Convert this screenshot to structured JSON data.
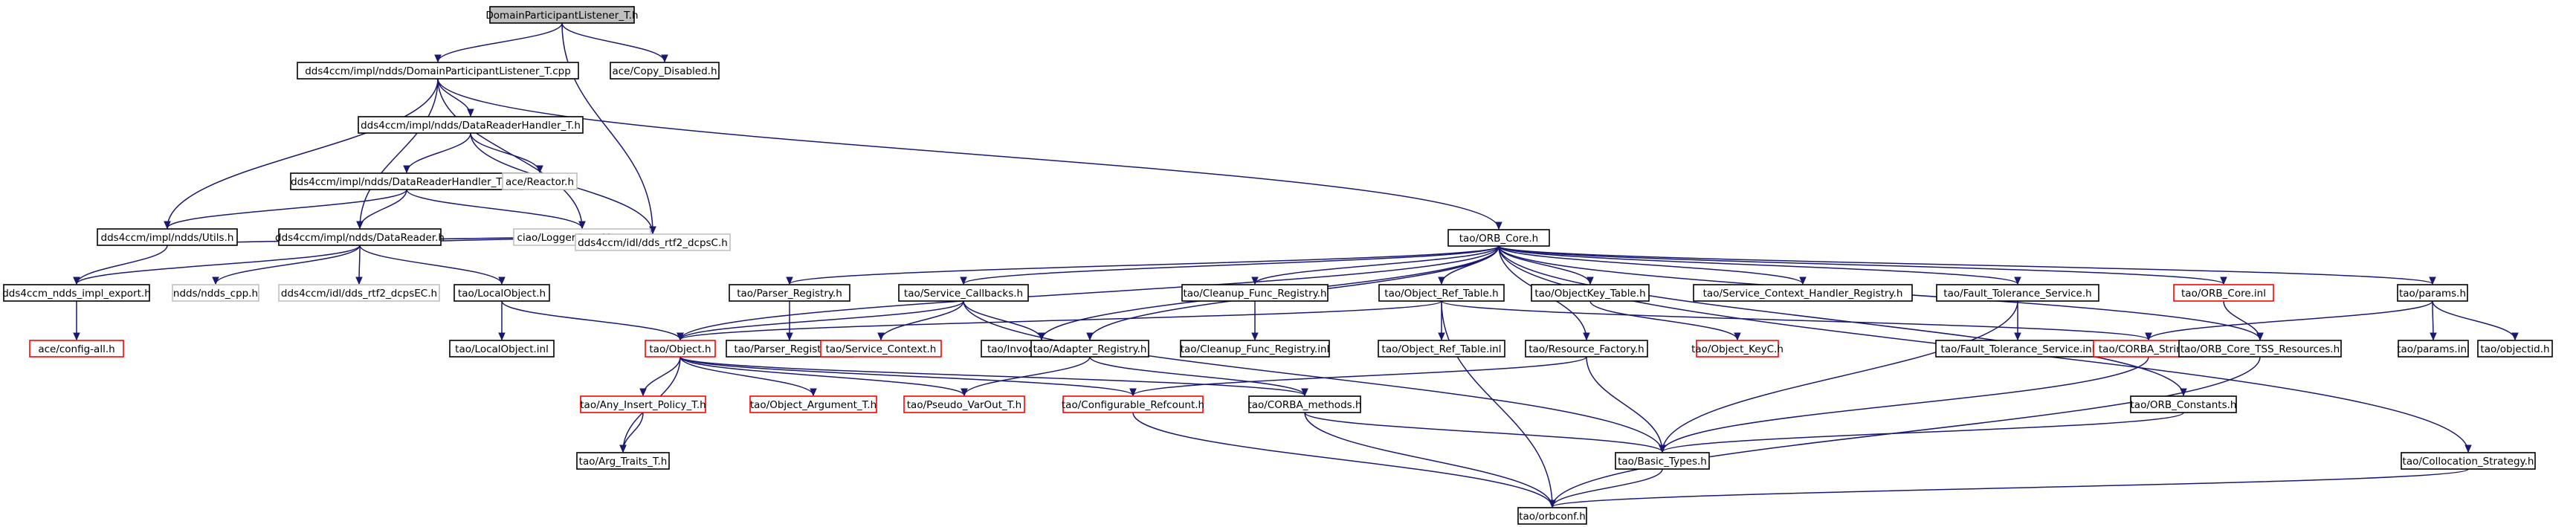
{
  "graph": {
    "colors": {
      "edge": "#191970",
      "border_normal": "#000000",
      "border_truncated": "#ff0000",
      "border_external": "#bfbfbf",
      "fill_root": "#bfbfbf",
      "fill_normal": "#ffffff"
    },
    "nodes": [
      {
        "id": "n0",
        "label": "DomainParticipantListener_T.h",
        "kind": "root"
      },
      {
        "id": "n1",
        "label": "dds4ccm/impl/ndds/DomainParticipantListener_T.cpp",
        "kind": "normal"
      },
      {
        "id": "n2",
        "label": "ace/Copy_Disabled.h",
        "kind": "normal"
      },
      {
        "id": "n3",
        "label": "dds4ccm/impl/ndds/DataReaderHandler_T.h",
        "kind": "normal"
      },
      {
        "id": "n4",
        "label": "dds4ccm/impl/ndds/DataReaderHandler_T.cpp",
        "kind": "normal"
      },
      {
        "id": "n5",
        "label": "ace/Reactor.h",
        "kind": "external"
      },
      {
        "id": "n6",
        "label": "dds4ccm/impl/ndds/Utils.h",
        "kind": "normal"
      },
      {
        "id": "n7",
        "label": "dds4ccm/impl/ndds/DataReader.h",
        "kind": "normal"
      },
      {
        "id": "n8",
        "label": "ciao/Logger/Log_Macros.h",
        "kind": "external"
      },
      {
        "id": "n9",
        "label": "dds4ccm/idl/dds_rtf2_dcpsC.h",
        "kind": "external"
      },
      {
        "id": "n10",
        "label": "dds4ccm_ndds_impl_export.h",
        "kind": "normal"
      },
      {
        "id": "n11",
        "label": "ndds/ndds_cpp.h",
        "kind": "external"
      },
      {
        "id": "n12",
        "label": "dds4ccm/idl/dds_rtf2_dcpsEC.h",
        "kind": "external"
      },
      {
        "id": "n13",
        "label": "tao/LocalObject.h",
        "kind": "normal"
      },
      {
        "id": "n14",
        "label": "ace/config-all.h",
        "kind": "truncated"
      },
      {
        "id": "n15",
        "label": "tao/LocalObject.inl",
        "kind": "normal"
      },
      {
        "id": "n16",
        "label": "tao/ORB_Core.h",
        "kind": "normal"
      },
      {
        "id": "n17",
        "label": "tao/Parser_Registry.h",
        "kind": "normal"
      },
      {
        "id": "n18",
        "label": "tao/Service_Callbacks.h",
        "kind": "normal"
      },
      {
        "id": "n19",
        "label": "tao/Cleanup_Func_Registry.h",
        "kind": "normal"
      },
      {
        "id": "n20",
        "label": "tao/Object_Ref_Table.h",
        "kind": "normal"
      },
      {
        "id": "n21",
        "label": "tao/ObjectKey_Table.h",
        "kind": "normal"
      },
      {
        "id": "n22",
        "label": "tao/Service_Context_Handler_Registry.h",
        "kind": "normal"
      },
      {
        "id": "n23",
        "label": "tao/Fault_Tolerance_Service.h",
        "kind": "normal"
      },
      {
        "id": "n24",
        "label": "tao/ORB_Core.inl",
        "kind": "truncated"
      },
      {
        "id": "n25",
        "label": "tao/params.h",
        "kind": "normal"
      },
      {
        "id": "n26",
        "label": "tao/Parser_Registry.inl",
        "kind": "normal"
      },
      {
        "id": "n27",
        "label": "tao/Object.h",
        "kind": "truncated"
      },
      {
        "id": "n28",
        "label": "tao/Service_Context.h",
        "kind": "truncated"
      },
      {
        "id": "n29",
        "label": "tao/Invocation_Utils.h",
        "kind": "normal"
      },
      {
        "id": "n30",
        "label": "tao/Adapter_Registry.h",
        "kind": "normal"
      },
      {
        "id": "n31",
        "label": "tao/Cleanup_Func_Registry.inl",
        "kind": "normal"
      },
      {
        "id": "n32",
        "label": "tao/Object_Ref_Table.inl",
        "kind": "normal"
      },
      {
        "id": "n33",
        "label": "tao/Resource_Factory.h",
        "kind": "normal"
      },
      {
        "id": "n34",
        "label": "tao/Object_KeyC.h",
        "kind": "truncated"
      },
      {
        "id": "n35",
        "label": "tao/Fault_Tolerance_Service.inl",
        "kind": "normal"
      },
      {
        "id": "n36",
        "label": "tao/CORBA_String.h",
        "kind": "truncated"
      },
      {
        "id": "n37",
        "label": "tao/ORB_Core_TSS_Resources.h",
        "kind": "normal"
      },
      {
        "id": "n38",
        "label": "tao/params.inl",
        "kind": "normal"
      },
      {
        "id": "n39",
        "label": "tao/objectid.h",
        "kind": "normal"
      },
      {
        "id": "n40",
        "label": "tao/Any_Insert_Policy_T.h",
        "kind": "truncated"
      },
      {
        "id": "n41",
        "label": "tao/Object_Argument_T.h",
        "kind": "truncated"
      },
      {
        "id": "n42",
        "label": "tao/Pseudo_VarOut_T.h",
        "kind": "truncated"
      },
      {
        "id": "n43",
        "label": "tao/Configurable_Refcount.h",
        "kind": "truncated"
      },
      {
        "id": "n44",
        "label": "tao/CORBA_methods.h",
        "kind": "normal"
      },
      {
        "id": "n45",
        "label": "tao/ORB_Constants.h",
        "kind": "normal"
      },
      {
        "id": "n46",
        "label": "tao/Arg_Traits_T.h",
        "kind": "normal"
      },
      {
        "id": "n47",
        "label": "tao/Basic_Types.h",
        "kind": "normal"
      },
      {
        "id": "n48",
        "label": "tao/Collocation_Strategy.h",
        "kind": "normal"
      },
      {
        "id": "n49",
        "label": "tao/orbconf.h",
        "kind": "normal"
      }
    ],
    "edges": [
      [
        "n0",
        "n1"
      ],
      [
        "n0",
        "n2"
      ],
      [
        "n0",
        "n9"
      ],
      [
        "n1",
        "n3"
      ],
      [
        "n1",
        "n6"
      ],
      [
        "n1",
        "n7"
      ],
      [
        "n1",
        "n8"
      ],
      [
        "n1",
        "n16"
      ],
      [
        "n3",
        "n4"
      ],
      [
        "n3",
        "n5"
      ],
      [
        "n3",
        "n9"
      ],
      [
        "n4",
        "n6"
      ],
      [
        "n4",
        "n7"
      ],
      [
        "n4",
        "n8"
      ],
      [
        "n6",
        "n10"
      ],
      [
        "n6",
        "n9"
      ],
      [
        "n7",
        "n10"
      ],
      [
        "n7",
        "n11"
      ],
      [
        "n7",
        "n12"
      ],
      [
        "n7",
        "n13"
      ],
      [
        "n7",
        "n9"
      ],
      [
        "n10",
        "n14"
      ],
      [
        "n13",
        "n15"
      ],
      [
        "n13",
        "n27"
      ],
      [
        "n16",
        "n17"
      ],
      [
        "n16",
        "n18"
      ],
      [
        "n16",
        "n19"
      ],
      [
        "n16",
        "n20"
      ],
      [
        "n16",
        "n21"
      ],
      [
        "n16",
        "n22"
      ],
      [
        "n16",
        "n23"
      ],
      [
        "n16",
        "n24"
      ],
      [
        "n16",
        "n25"
      ],
      [
        "n16",
        "n27"
      ],
      [
        "n16",
        "n29"
      ],
      [
        "n16",
        "n30"
      ],
      [
        "n16",
        "n33"
      ],
      [
        "n16",
        "n37"
      ],
      [
        "n16",
        "n45"
      ],
      [
        "n16",
        "n48"
      ],
      [
        "n17",
        "n26"
      ],
      [
        "n18",
        "n27"
      ],
      [
        "n18",
        "n28"
      ],
      [
        "n18",
        "n29"
      ],
      [
        "n18",
        "n47"
      ],
      [
        "n19",
        "n31"
      ],
      [
        "n20",
        "n32"
      ],
      [
        "n20",
        "n27"
      ],
      [
        "n20",
        "n36"
      ],
      [
        "n20",
        "n49"
      ],
      [
        "n21",
        "n34"
      ],
      [
        "n23",
        "n35"
      ],
      [
        "n23",
        "n47"
      ],
      [
        "n24",
        "n37"
      ],
      [
        "n25",
        "n36"
      ],
      [
        "n25",
        "n38"
      ],
      [
        "n25",
        "n39"
      ],
      [
        "n27",
        "n40"
      ],
      [
        "n27",
        "n41"
      ],
      [
        "n27",
        "n42"
      ],
      [
        "n27",
        "n43"
      ],
      [
        "n27",
        "n44"
      ],
      [
        "n27",
        "n46"
      ],
      [
        "n30",
        "n42"
      ],
      [
        "n30",
        "n44"
      ],
      [
        "n33",
        "n43"
      ],
      [
        "n33",
        "n47"
      ],
      [
        "n36",
        "n47"
      ],
      [
        "n37",
        "n49"
      ],
      [
        "n40",
        "n46"
      ],
      [
        "n43",
        "n49"
      ],
      [
        "n44",
        "n47"
      ],
      [
        "n44",
        "n49"
      ],
      [
        "n45",
        "n47"
      ],
      [
        "n47",
        "n49"
      ],
      [
        "n48",
        "n49"
      ]
    ]
  }
}
